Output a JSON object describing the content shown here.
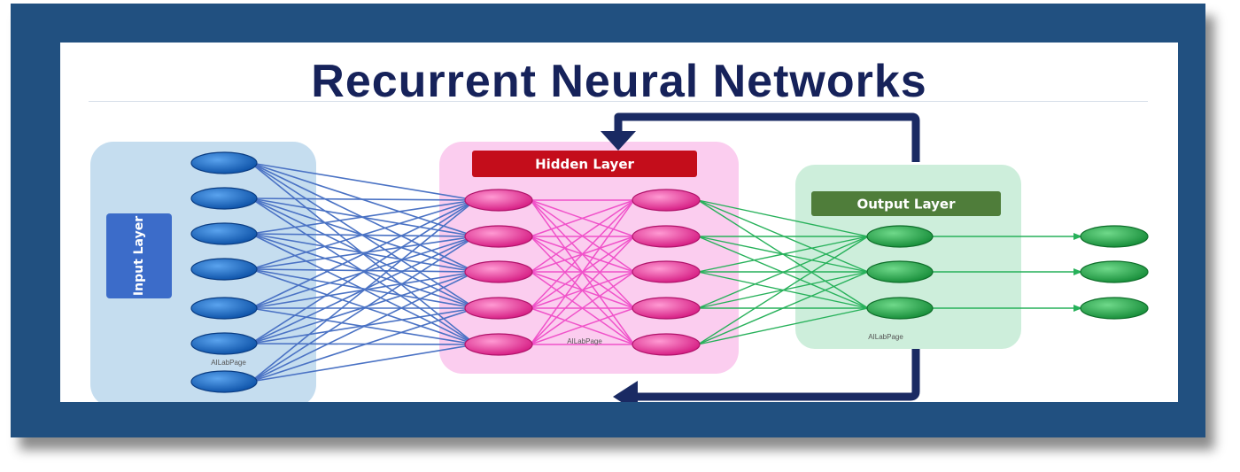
{
  "title": "Recurrent Neural Networks",
  "input_layer": {
    "label": "Input Layer",
    "node_count": 7,
    "color": "#1764c2"
  },
  "hidden_layer": {
    "label": "Hidden Layer",
    "columns": 2,
    "nodes_per_column": 5,
    "color": "#f0449e"
  },
  "output_layer": {
    "label": "Output Layer",
    "node_count": 3,
    "color": "#27a64a"
  },
  "final_outputs": {
    "node_count": 3
  },
  "watermarks": {
    "input": "AILabPage",
    "hidden": "AILabPage",
    "output": "AILabPage"
  },
  "colors": {
    "frame": "#215080",
    "title": "#16225a",
    "input_panel": "#c5ddef",
    "hidden_panel": "#fbcdef",
    "output_panel": "#cdeedb",
    "hidden_label_bg": "#c40d1b",
    "output_label_bg": "#4f7d3a",
    "input_label_bg": "#3c6cc9",
    "input_edges": "#4a72c4",
    "hidden_edges": "#f052c9",
    "output_edges": "#27b15a",
    "feedback_arrow": "#1a2a63"
  },
  "icons": [
    "feedback-arrow-top",
    "feedback-arrow-bottom"
  ]
}
